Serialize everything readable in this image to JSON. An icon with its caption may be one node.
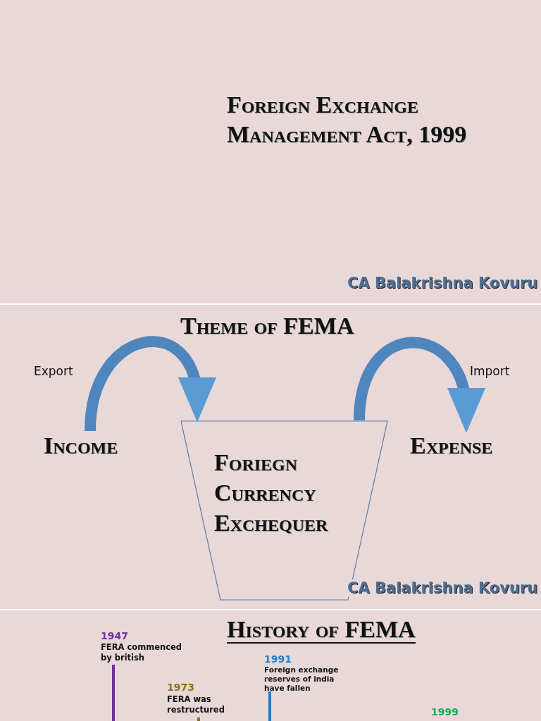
{
  "diagram": {
    "title": "Foreign Exchange Management Act, 1999",
    "nodes": [
      {
        "text": [
          "Income"
        ]
      },
      {
        "text": [
          "Foriegn Currency Exchequer"
        ]
      },
      {
        "text": [
          "Expense"
        ]
      }
    ],
    "edges": [
      {
        "from": 0,
        "to": 1,
        "arrow": "to",
        "label": "Export"
      },
      {
        "from": 1,
        "to": 2,
        "arrow": "to",
        "label": "Import"
      }
    ],
    "labels": [
      "CA Balakrishna Kovuru",
      "Theme of FEMA",
      "CA Balakrishna Kovuru",
      "History of FEMA",
      "1947",
      "FERA commenced by british",
      "1973",
      "FERA was restructured",
      "1991",
      "Foreign exchange reserves of india have fallen",
      "1999"
    ]
  }
}
